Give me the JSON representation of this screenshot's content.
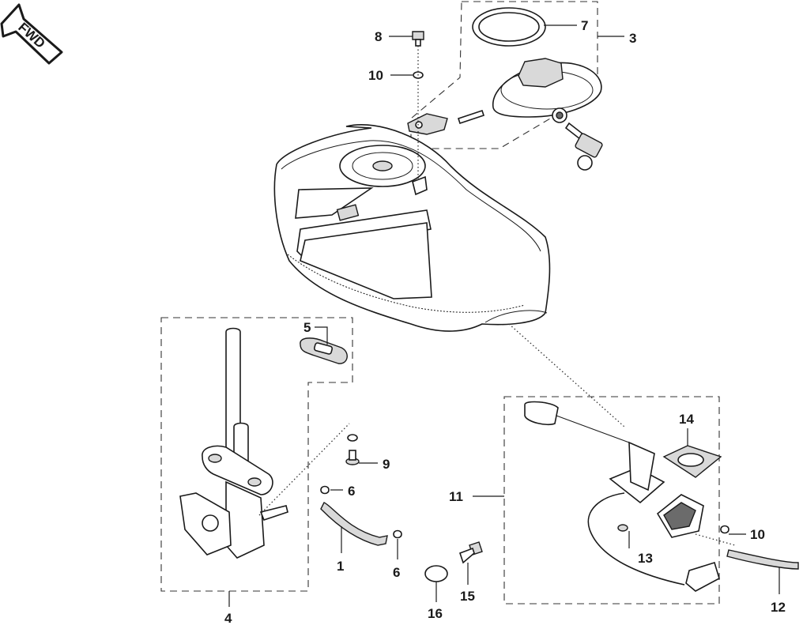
{
  "fwd_badge": {
    "text": "FWD"
  },
  "callouts": [
    {
      "id": "c8",
      "num": "8"
    },
    {
      "id": "c10a",
      "num": "10"
    },
    {
      "id": "c7",
      "num": "7"
    },
    {
      "id": "c3",
      "num": "3"
    },
    {
      "id": "c5",
      "num": "5"
    },
    {
      "id": "c9",
      "num": "9"
    },
    {
      "id": "c6a",
      "num": "6"
    },
    {
      "id": "c1",
      "num": "1"
    },
    {
      "id": "c6b",
      "num": "6"
    },
    {
      "id": "c4",
      "num": "4"
    },
    {
      "id": "c14",
      "num": "14"
    },
    {
      "id": "c11",
      "num": "11"
    },
    {
      "id": "c10b",
      "num": "10"
    },
    {
      "id": "c13",
      "num": "13"
    },
    {
      "id": "c12",
      "num": "12"
    },
    {
      "id": "c15",
      "num": "15"
    },
    {
      "id": "c16",
      "num": "16"
    }
  ]
}
